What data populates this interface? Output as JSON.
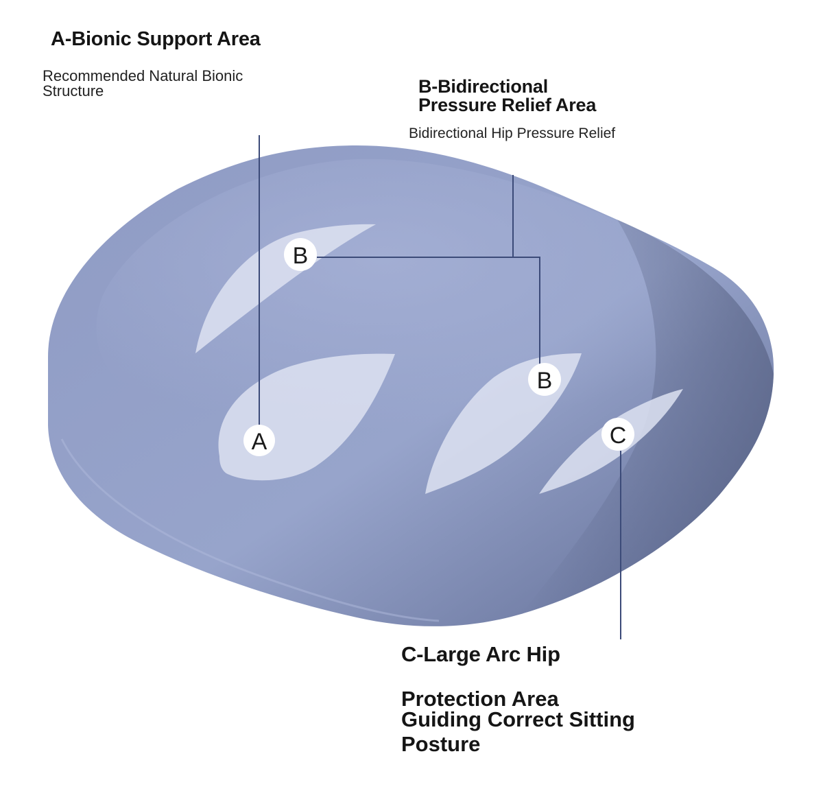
{
  "areas": {
    "a": {
      "title": "A-Bionic Support Area",
      "description": "Recommended Natural Bionic Structure"
    },
    "b": {
      "title_line1": "B-Bidirectional",
      "title_line2": "Pressure Relief Area",
      "description": "Bidirectional Hip Pressure Relief"
    },
    "c": {
      "title_line1": "C-Large Arc Hip",
      "title_line2": "Protection Area",
      "description_line1": "Guiding Correct Sitting",
      "description_line2": "Posture"
    }
  },
  "markers": {
    "a": "A",
    "b_upper": "B",
    "b_lower": "B",
    "c": "C"
  },
  "colors": {
    "cushion": "#8e9cc2",
    "cushion_shadow": "#6d7aa3",
    "highlight_zone": "#d9dff0",
    "leader_line": "#3b4a78",
    "marker_fill": "#ffffff"
  }
}
